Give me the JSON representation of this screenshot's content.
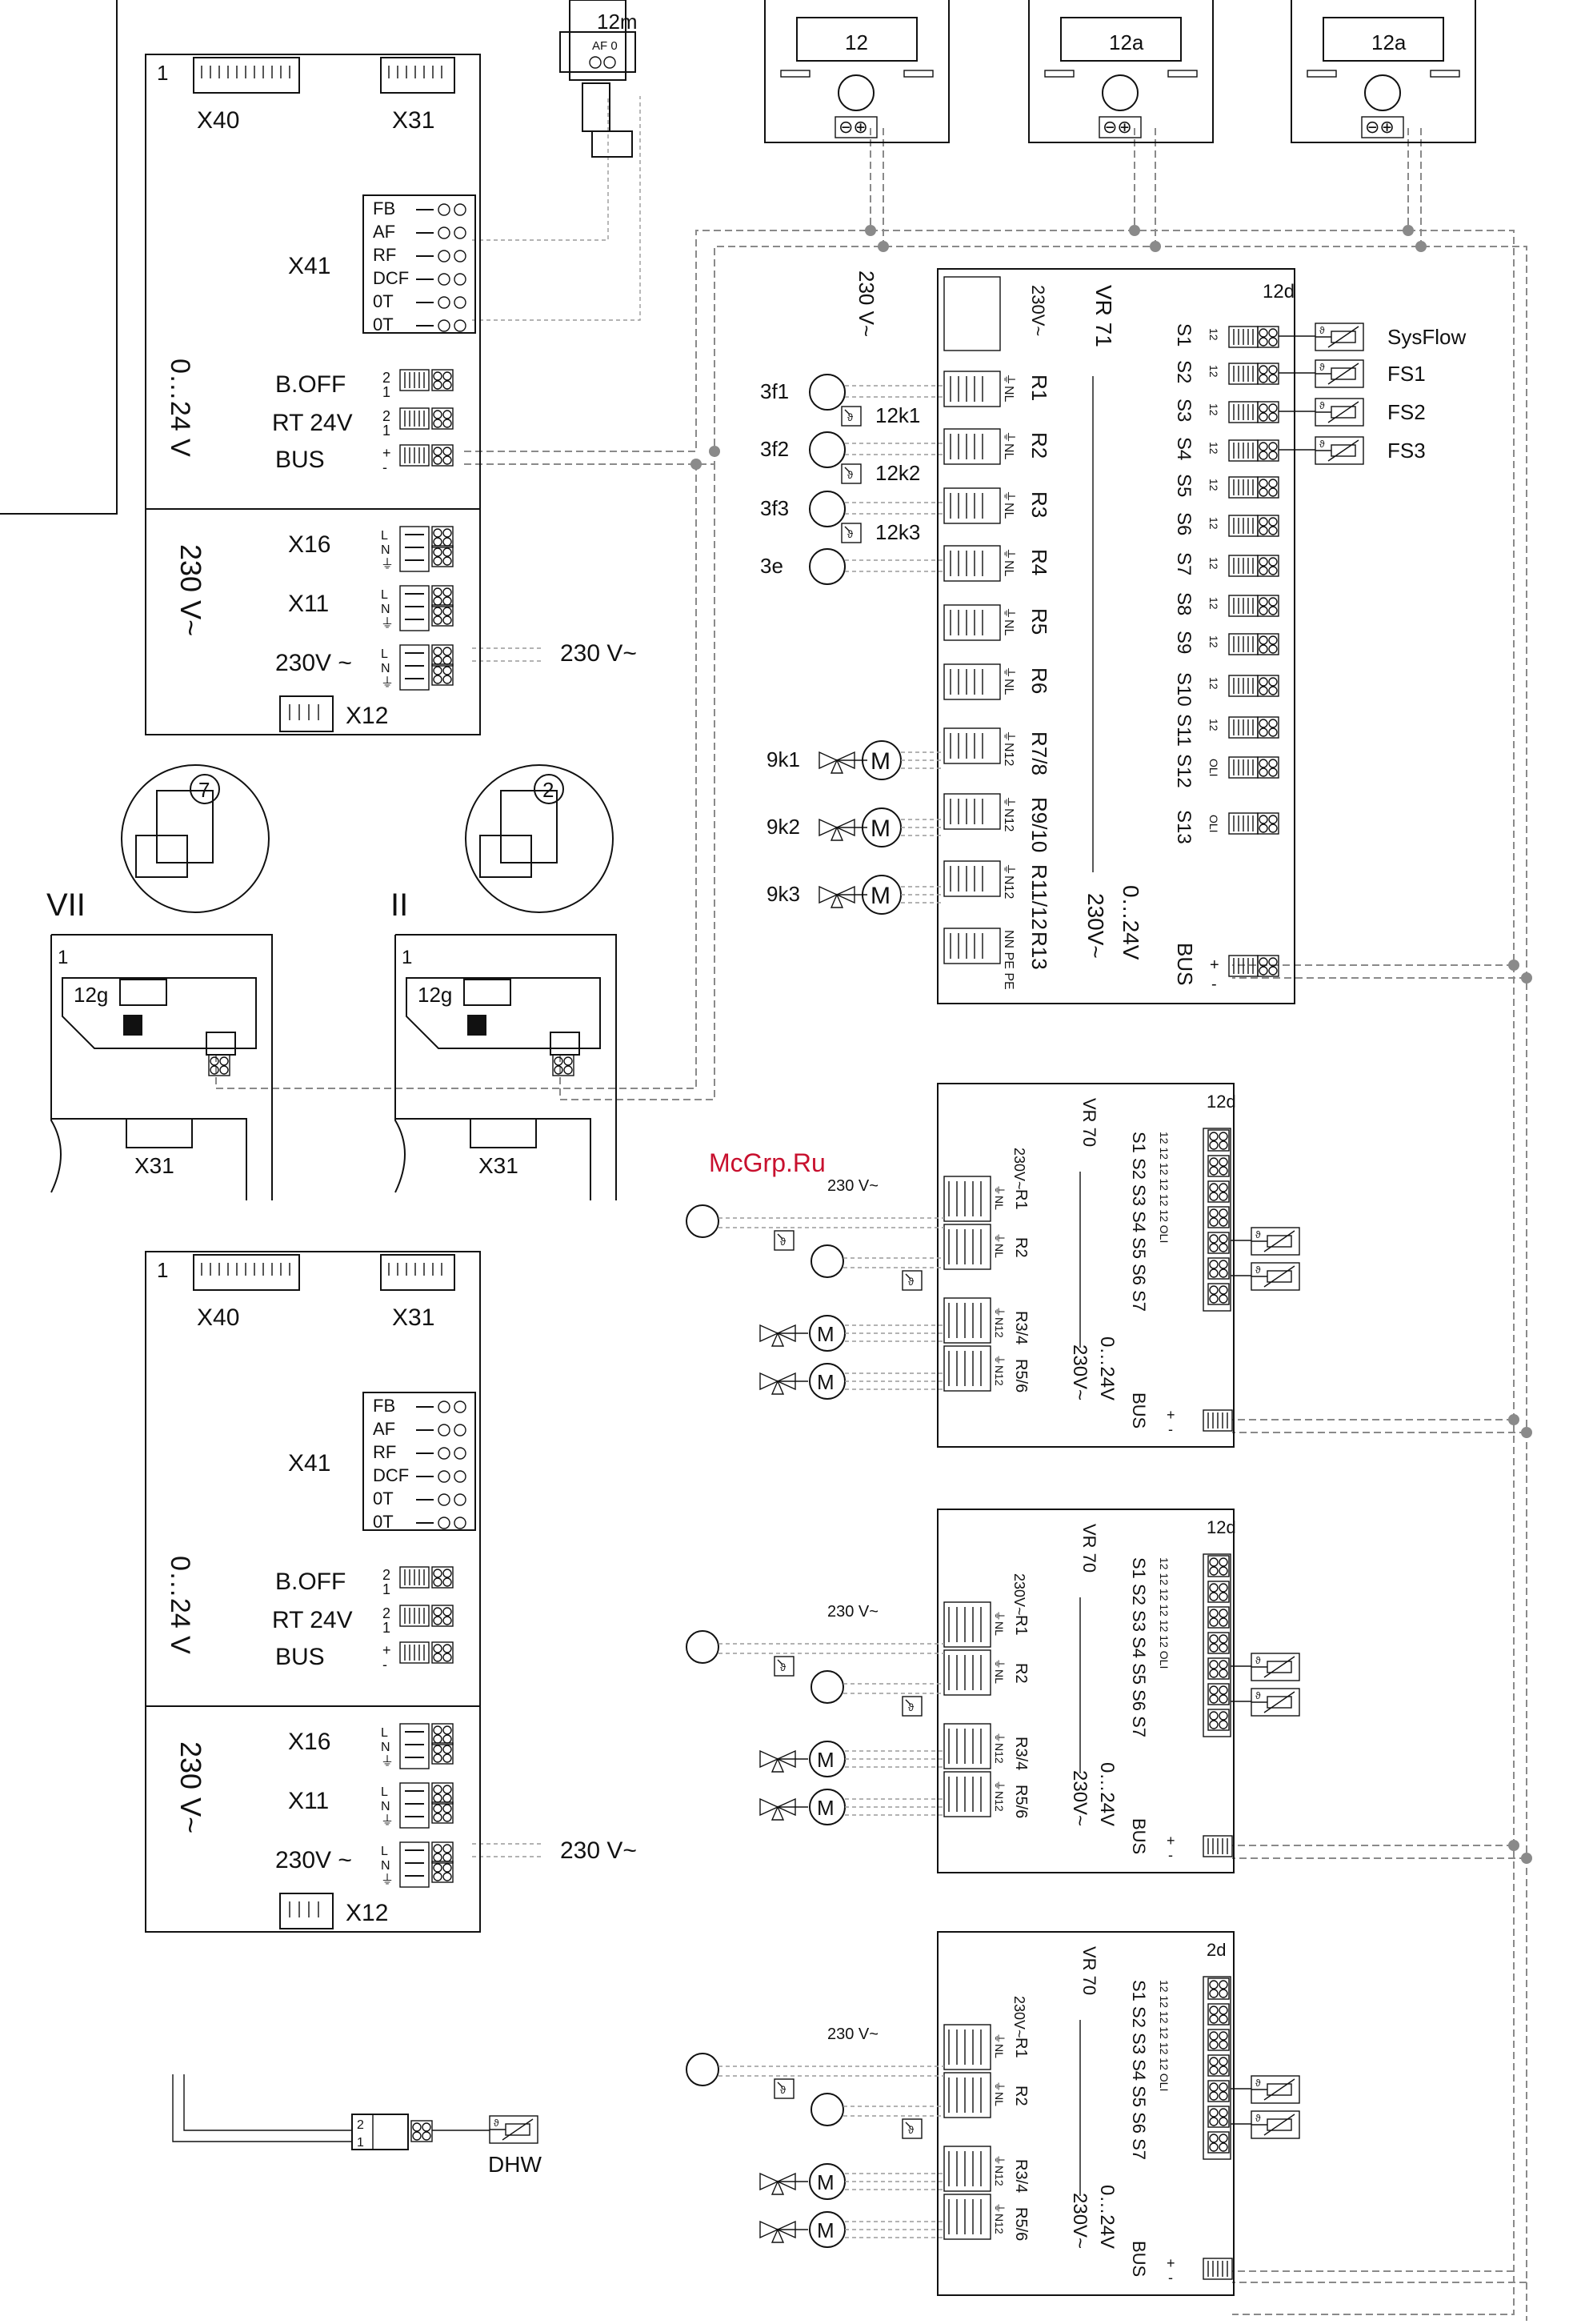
{
  "watermark": "McGrp.Ru",
  "actuator_12m": {
    "id": "12m",
    "terminals": "AF 0"
  },
  "controllers": [
    {
      "id": "12",
      "buttons": "⊖⊕"
    },
    {
      "id": "12a",
      "buttons": "⊖⊕"
    },
    {
      "id": "12a",
      "buttons": "⊖⊕"
    }
  ],
  "boiler_boards": [
    {
      "id": "1",
      "x40": "X40",
      "x31": "X31",
      "x41": "X41",
      "x41_pins": [
        "FB",
        "AF",
        "RF",
        "DCF",
        "0T",
        "0T"
      ],
      "low_voltage": "0…24 V",
      "b_off": "B.OFF",
      "rt24": "RT 24V",
      "bus": "BUS",
      "pin_21": [
        "2",
        "1"
      ],
      "pin_pm": [
        "+",
        "-"
      ],
      "mains": "230 V~",
      "x16": "X16",
      "x11": "X11",
      "lne": [
        "L",
        "N",
        "⏚"
      ],
      "mains_term": "230V ~",
      "mains_ext": "230 V~",
      "x12": "X12"
    },
    {
      "id": "1",
      "x40": "X40",
      "x31": "X31",
      "x41": "X41",
      "x41_pins": [
        "FB",
        "AF",
        "RF",
        "DCF",
        "0T",
        "0T"
      ],
      "low_voltage": "0…24 V",
      "b_off": "B.OFF",
      "rt24": "RT 24V",
      "bus": "BUS",
      "pin_21": [
        "2",
        "1"
      ],
      "pin_pm": [
        "+",
        "-"
      ],
      "mains": "230 V~",
      "x16": "X16",
      "x11": "X11",
      "lne": [
        "L",
        "N",
        "⏚"
      ],
      "mains_term": "230V ~",
      "mains_ext": "230 V~",
      "x12": "X12"
    }
  ],
  "selectors": [
    {
      "roman": "VII",
      "dial": "7",
      "board": "1",
      "plug": "12g",
      "x31": "X31"
    },
    {
      "roman": "II",
      "dial": "2",
      "board": "1",
      "plug": "12g",
      "x31": "X31"
    }
  ],
  "vr71": {
    "title": "VR 71",
    "addr": "12d",
    "supply": "230 V~",
    "supply_term": "230V~",
    "relays": [
      "R1",
      "R2",
      "R3",
      "R4",
      "R5",
      "R6",
      "R7/8",
      "R9/10",
      "R11/12",
      "R13"
    ],
    "relay_pins": [
      "⏚NL",
      "⏚NL",
      "⏚NL",
      "⏚NL",
      "⏚NL",
      "⏚NL",
      "⏚N12",
      "⏚N12",
      "⏚N12",
      "NN PE PE"
    ],
    "sensors": [
      "S1",
      "S2",
      "S3",
      "S4",
      "S5",
      "S6",
      "S7",
      "S8",
      "S9",
      "S10",
      "S11",
      "S12",
      "S13"
    ],
    "sensor_pins": [
      "12",
      "12",
      "12",
      "12",
      "12",
      "12",
      "12",
      "12",
      "12",
      "12",
      "12",
      "OLI",
      "OLI"
    ],
    "sensor_names": [
      "SysFlow",
      "FS1",
      "FS2",
      "FS3"
    ],
    "pumps": [
      "3f1",
      "3f2",
      "3f3",
      "3e"
    ],
    "relay_modules": [
      "12k1",
      "12k2",
      "12k3"
    ],
    "valves": [
      "9k1",
      "9k2",
      "9k3"
    ],
    "motor": "M",
    "low_voltage": "0…24V",
    "mains": "230V~",
    "bus": "BUS",
    "bus_pins": [
      "+",
      "-"
    ]
  },
  "vr70": [
    {
      "title": "VR 70",
      "addr": "12d",
      "supply": "230 V~",
      "supply_term": "230V~",
      "relays": [
        "R1",
        "R2",
        "R3/4",
        "R5/6"
      ],
      "relay_pins": [
        "⏚NL",
        "⏚NL",
        "⏚N12",
        "⏚N12"
      ],
      "sensors": "S1 S2 S3 S4 S5 S6  S7",
      "sensor_pins": "12 12 12 12 12 12 OLI",
      "low_voltage": "0…24V",
      "mains": "230V~",
      "bus": "BUS",
      "bus_pins": [
        "+",
        "-"
      ],
      "motor": "M"
    },
    {
      "title": "VR 70",
      "addr": "12d",
      "supply": "230 V~",
      "supply_term": "230V~",
      "relays": [
        "R1",
        "R2",
        "R3/4",
        "R5/6"
      ],
      "relay_pins": [
        "⏚NL",
        "⏚NL",
        "⏚N12",
        "⏚N12"
      ],
      "sensors": "S1 S2 S3 S4 S5 S6  S7",
      "sensor_pins": "12 12 12 12 12 12 OLI",
      "low_voltage": "0…24V",
      "mains": "230V~",
      "bus": "BUS",
      "bus_pins": [
        "+",
        "-"
      ],
      "motor": "M"
    },
    {
      "title": "VR 70",
      "addr": "2d",
      "supply": "230 V~",
      "supply_term": "230V~",
      "relays": [
        "R1",
        "R2",
        "R3/4",
        "R5/6"
      ],
      "relay_pins": [
        "⏚NL",
        "⏚NL",
        "⏚N12",
        "⏚N12"
      ],
      "sensors": "S1 S2 S3 S4 S5 S6  S7",
      "sensor_pins": "12 12 12 12 12 12 OLI",
      "low_voltage": "0…24V",
      "mains": "230V~",
      "bus": "BUS",
      "bus_pins": [
        "+",
        "-"
      ],
      "motor": "M"
    }
  ],
  "dhw": {
    "label": "DHW",
    "pins": [
      "2",
      "1"
    ]
  }
}
